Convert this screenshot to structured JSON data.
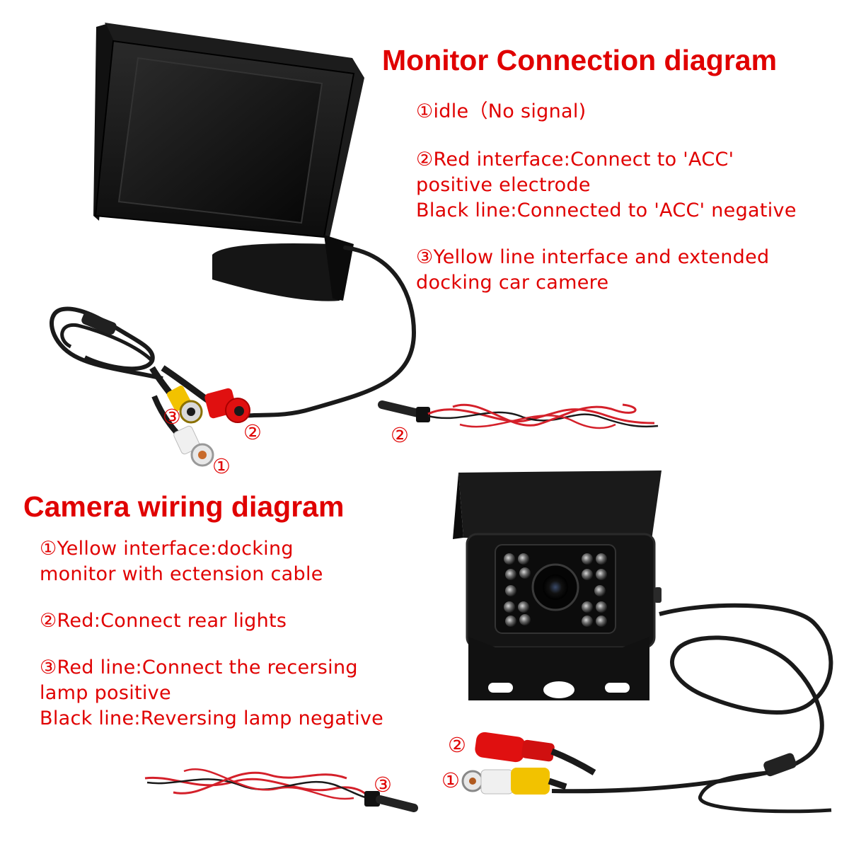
{
  "monitor_section": {
    "title": "Monitor Connection diagram",
    "items": [
      {
        "lines": [
          "①idle（No signal)"
        ]
      },
      {
        "lines": [
          "②Red interface:Connect to 'ACC'",
          "positive electrode",
          "Black line:Connected to 'ACC' negative"
        ]
      },
      {
        "lines": [
          "③Yellow line interface and extended",
          "docking car camere"
        ]
      }
    ]
  },
  "camera_section": {
    "title": "Camera wiring diagram",
    "items": [
      {
        "lines": [
          "①Yellow interface:docking",
          "monitor with ectension cable"
        ]
      },
      {
        "lines": [
          "②Red:Connect rear lights"
        ]
      },
      {
        "lines": [
          "③Red line:Connect the recersing",
          "lamp positive",
          "Black line:Reversing lamp negative"
        ]
      }
    ]
  },
  "markers": {
    "monitor_yellow": "③",
    "monitor_red": "②",
    "monitor_white": "①",
    "monitor_power_cable": "②",
    "camera_red": "②",
    "camera_white": "①",
    "camera_power_cable": "③"
  },
  "colors": {
    "text": "#e00000",
    "cable": "#1a1a1a",
    "device_body": "#151515",
    "rca_yellow": "#f2c200",
    "rca_red": "#e01010",
    "rca_white": "#f0f0f0",
    "wire_red": "#d4202a"
  }
}
